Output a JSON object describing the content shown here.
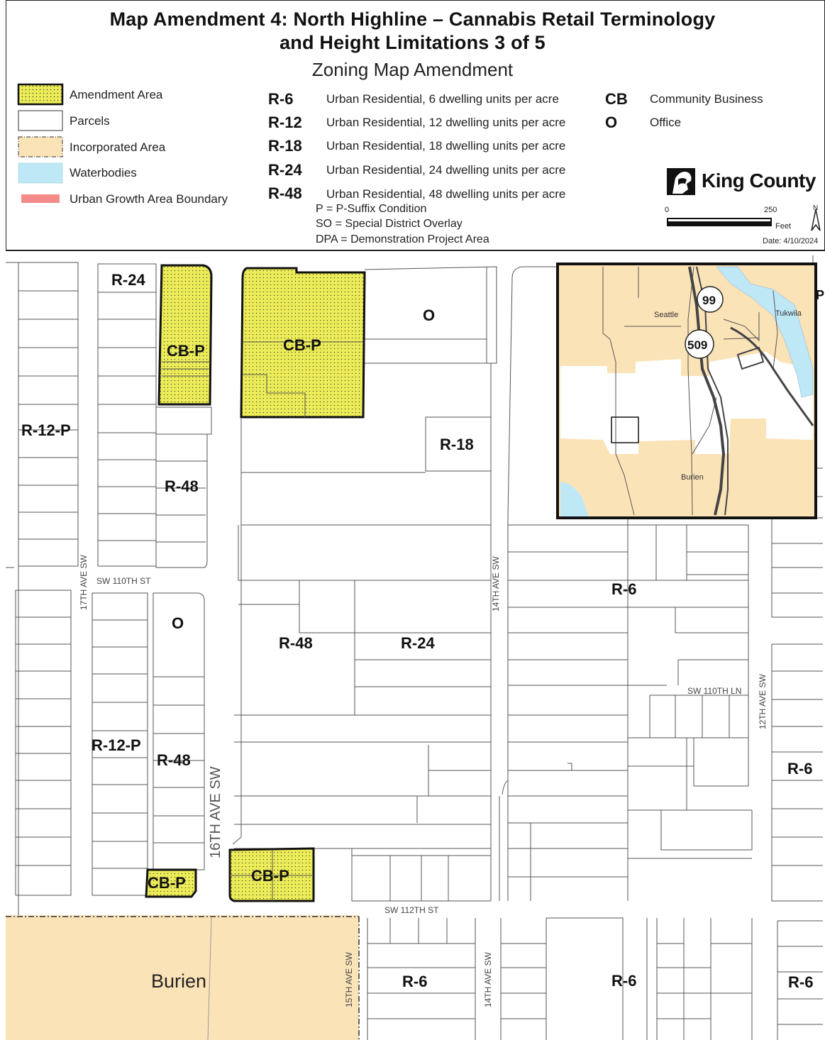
{
  "header": {
    "title_line1": "Map Amendment 4: North Highline – Cannabis Retail Terminology",
    "title_line2": "and Height Limitations 3 of 5",
    "subtitle": "Zoning Map Amendment"
  },
  "legend": {
    "items": [
      {
        "label": "Amendment Area",
        "icon": "stippled-yellow-swatch",
        "color": "#ecec58"
      },
      {
        "label": "Parcels",
        "icon": "white-box-swatch",
        "color": "#ffffff"
      },
      {
        "label": "Incorporated Area",
        "icon": "tan-dashed-swatch",
        "color": "#fbe3b8"
      },
      {
        "label": "Waterbodies",
        "icon": "blue-swatch",
        "color": "#bfe8f7"
      },
      {
        "label": "Urban Growth Area Boundary",
        "icon": "red-line-swatch",
        "color": "#f48a8a"
      }
    ]
  },
  "zones": [
    {
      "code": "R-6",
      "desc": "Urban Residential, 6 dwelling units per acre"
    },
    {
      "code": "R-12",
      "desc": "Urban Residential, 12 dwelling units per acre"
    },
    {
      "code": "R-18",
      "desc": "Urban Residential, 18 dwelling units per acre"
    },
    {
      "code": "R-24",
      "desc": "Urban Residential, 24 dwelling units per acre"
    },
    {
      "code": "R-48",
      "desc": "Urban Residential, 48 dwelling units per acre"
    }
  ],
  "zones_right": [
    {
      "code": "CB",
      "desc": "Community Business"
    },
    {
      "code": "O",
      "desc": "Office"
    }
  ],
  "notes": [
    "P = P-Suffix Condition",
    "SO = Special District Overlay",
    "DPA = Demonstration Project Area"
  ],
  "branding": {
    "logo_text": "King County"
  },
  "scale": {
    "start": "0",
    "end": "250",
    "unit": "Feet",
    "north": "N"
  },
  "date": "Date: 4/10/2024",
  "map_labels": {
    "r24_top": "R-24",
    "cbp_a": "CB-P",
    "cbp_b": "CB-P",
    "o_top": "O",
    "r12p_left": "R-12-P",
    "r18": "R-18",
    "r48_a": "R-48",
    "ave17": "17TH AVE SW",
    "st110": "SW 110TH ST",
    "ave14": "14TH AVE SW",
    "r6_mid": "R-6",
    "o_mid": "O",
    "r48_b": "R-48",
    "r24_b": "R-24",
    "ln110": "SW 110TH LN",
    "ave12": "12TH AVE SW",
    "r12p_b": "R-12-P",
    "r48_c": "R-48",
    "r6_right": "R-6",
    "ave16": "16TH AVE SW",
    "cbp_c": "CB-P",
    "cbp_d": "CB-P",
    "st112": "SW 112TH ST",
    "burien": "Burien",
    "ave15": "15TH AVE SW",
    "r6_b1": "R-6",
    "ave14_b": "14TH AVE SW",
    "r6_b2": "R-6",
    "r6_b3": "R-6",
    "p_edge": "P"
  },
  "inset": {
    "seattle": "Seattle",
    "tukwila": "Tukwila",
    "burien": "Burien",
    "route99": "99",
    "route509": "509"
  },
  "colors": {
    "amendment": "#ecec58",
    "incorporated": "#fbe3b8",
    "water": "#bfe8f7",
    "uga": "#f48a8a",
    "parcel_line": "#555555"
  }
}
